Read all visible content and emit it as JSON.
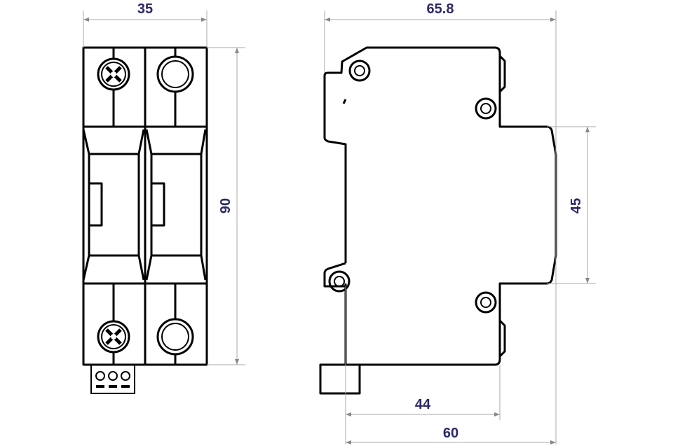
{
  "dimensions": {
    "front_width": "35",
    "front_height": "90",
    "side_width": "65.8",
    "side_middle_height": "45",
    "side_depth_44": "44",
    "side_depth_60": "60"
  },
  "colors": {
    "dimension_text": "#2a2a66",
    "outline": "#000000"
  }
}
